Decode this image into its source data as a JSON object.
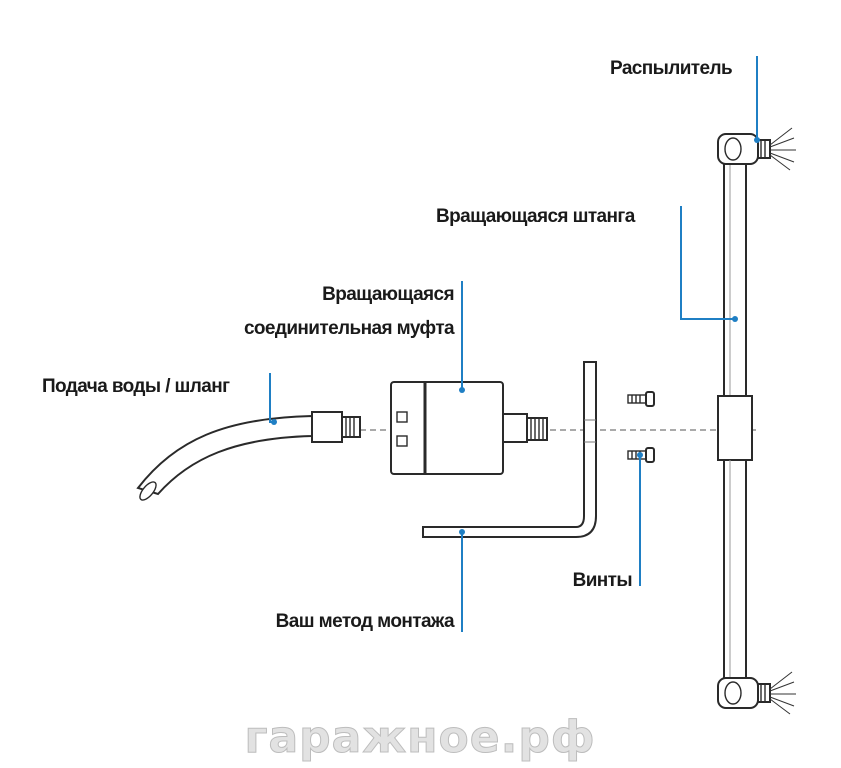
{
  "labels": {
    "sprayer": "Распылитель",
    "rotating_rod": "Вращающаяся штанга",
    "coupling_line1": "Вращающаяся",
    "coupling_line2": "соединительная муфта",
    "water_supply": "Подача воды / шланг",
    "screws": "Винты",
    "mounting": "Ваш метод монтажа"
  },
  "watermark": "гаражное.рф",
  "colors": {
    "leader": "#1f7fc4",
    "outline": "#2a2a2a",
    "background": "#ffffff"
  }
}
